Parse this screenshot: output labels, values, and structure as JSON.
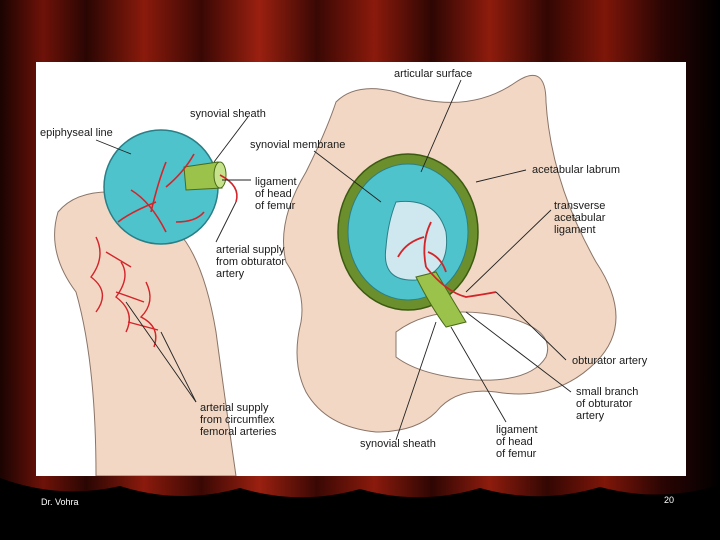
{
  "slide": {
    "author": "Dr. Vohra",
    "page_number": "20"
  },
  "labels": {
    "articular_surface": "articular surface",
    "synovial_sheath_top": "synovial sheath",
    "epiphyseal_line": "epiphyseal line",
    "synovial_membrane": "synovial membrane",
    "acetabular_labrum": "acetabular labrum",
    "ligament_head_femur_left": "ligament\nof head\nof femur",
    "transverse_acetabular_ligament": "transverse\nacetabular\nligament",
    "arterial_supply_obturator": "arterial supply\nfrom obturator\nartery",
    "obturator_artery": "obturator artery",
    "small_branch_obturator": "small branch\nof obturator\nartery",
    "arterial_supply_circumflex": "arterial supply\nfrom circumflex\nfemoral arteries",
    "synovial_sheath_bottom": "synovial sheath",
    "ligament_head_femur_bottom": "ligament\nof head\nof femur"
  },
  "colors": {
    "curtain_dark": "#2a0603",
    "curtain_red": "#8a1a0c",
    "curtain_highlight": "#c0341a",
    "panel_bg": "#ffffff",
    "bone": "#f2d8c4",
    "bone_outline": "#8a7468",
    "cartilage": "#4fc3cc",
    "ligament_green": "#6a8f2c",
    "artery": "#d3242a",
    "leader_line": "#222222"
  }
}
